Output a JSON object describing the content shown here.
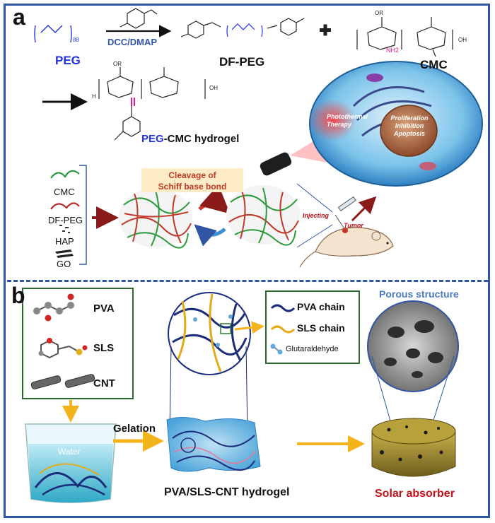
{
  "panel_a": {
    "letter": "a",
    "peg_label": "PEG",
    "peg_subscript": "88",
    "reagent": "DCC/DMAP",
    "dfpeg_label": "DF-PEG",
    "cmc_label": "CMC",
    "nh2": "NH2",
    "hydrogel_prefix": "PEG",
    "hydrogel_suffix": "-CMC hydrogel",
    "or_group": "OR",
    "oh_group": "OH",
    "h_group": "H",
    "cleavage_line1": "Cleavage of",
    "cleavage_line2": "Schiff base bond",
    "components": [
      "CMC",
      "DF-PEG",
      "HAP",
      "GO"
    ],
    "photothermal": "Photothermal Therapy",
    "cell_line1": "Proliferation",
    "cell_line2": "Inhibition",
    "cell_line3": "Apoptosis",
    "injecting": "Injecting",
    "tumor": "Tumor"
  },
  "panel_b": {
    "letter": "b",
    "components": [
      "PVA",
      "SLS",
      "CNT"
    ],
    "water": "Water",
    "gelation": "Gelation",
    "legend": [
      "PVA chain",
      "SLS chain",
      "Glutaraldehyde"
    ],
    "porous": "Porous structure",
    "hydrogel": "PVA/SLS-CNT hydrogel",
    "absorber": "Solar absorber"
  },
  "colors": {
    "frame": "#2f55a4",
    "peg_blue": "#2233dd",
    "reagent_blue": "#3355aa",
    "cleavage_red": "#c0392b",
    "cleavage_bg": "#fcebc4",
    "absorber_red": "#c0121b",
    "porous_blue": "#4a7bbf",
    "arrow_gold": "#f2b31b",
    "pva_chain": "#1b2c7a",
    "sls_chain": "#e3ab17"
  }
}
